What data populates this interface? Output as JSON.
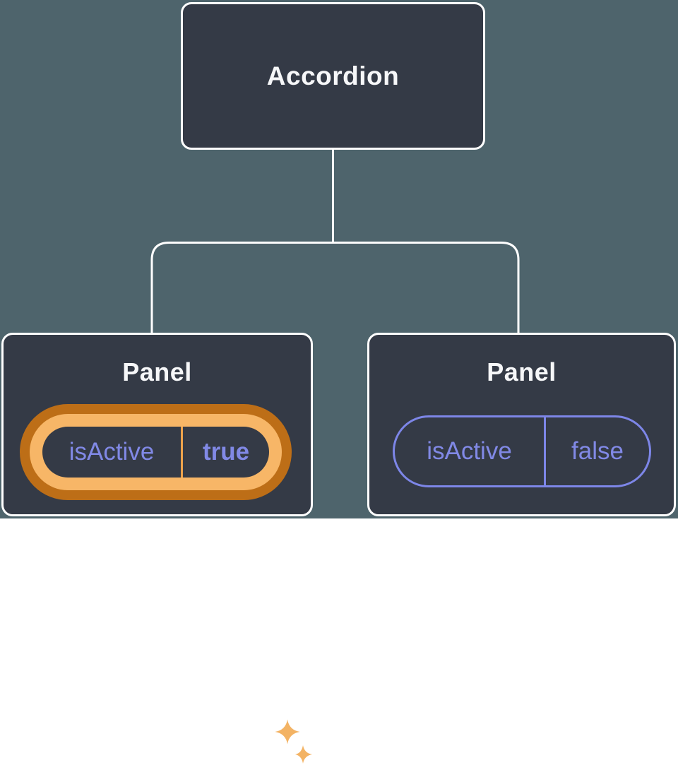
{
  "diagram": {
    "title_hint": "component tree with state",
    "root": {
      "label": "Accordion"
    },
    "panels": [
      {
        "label": "Panel",
        "prop_name": "isActive",
        "prop_value": "true",
        "highlighted": true
      },
      {
        "label": "Panel",
        "prop_name": "isActive",
        "prop_value": "false",
        "highlighted": false
      }
    ]
  },
  "icons": {
    "sparkles": "sparkles-icon"
  },
  "colors": {
    "background": "#4e646c",
    "node_fill": "#343a46",
    "node_border": "#ffffff",
    "title_text": "#f6f7f9",
    "state_purple": "#8189e6",
    "pill_outline_purple": "#7d86e8",
    "highlight_ring_outer": "#bd6e17",
    "highlight_ring_inner": "#f7b667",
    "highlight_divider": "#eda24c",
    "sparkle": "#f3b364"
  }
}
